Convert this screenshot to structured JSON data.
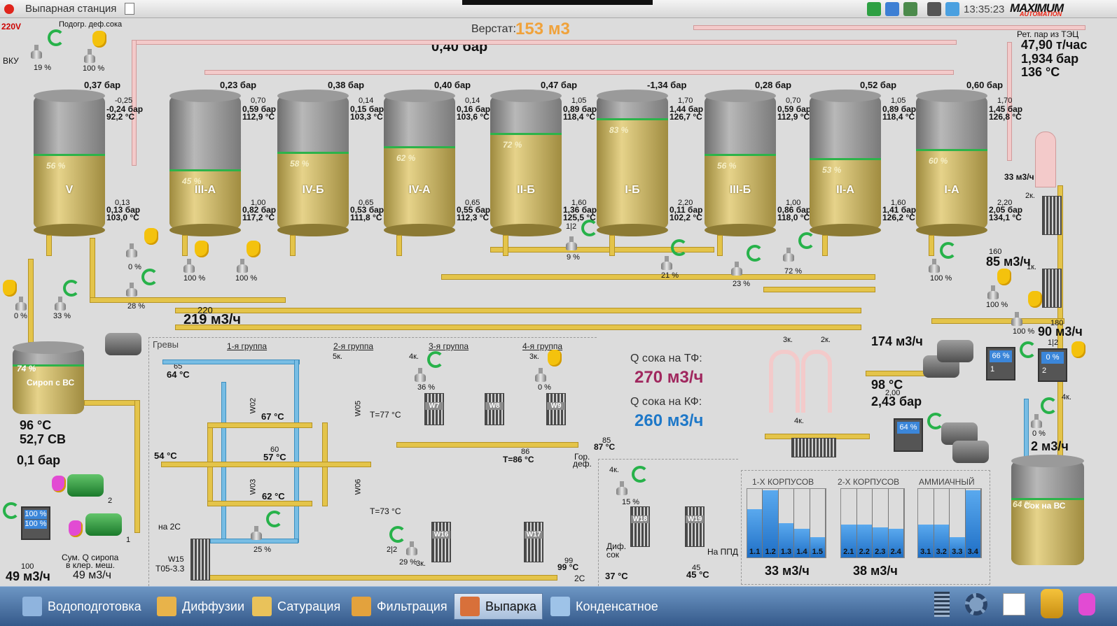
{
  "window": {
    "title": "Выпарная станция",
    "clock": "13:35:23",
    "logo": "MAXIMUM",
    "logo_sub": "AUTOMATION"
  },
  "top": {
    "voltage": "220V",
    "preheat_label": "Подогр. деф.сока",
    "vku": "ВКУ",
    "vku_valve_pct": "19 %",
    "preheat_valve_pct": "100 %",
    "verstat_label": "Верстат:",
    "verstat_value": "153 м3",
    "header_pressure": "0,40 бар",
    "steam_title": "Рет. пар из ТЭЦ",
    "steam_flow": "47,90 т/час",
    "steam_pressure": "1,934 бар",
    "steam_temp": "136 °C"
  },
  "tanks": [
    {
      "name": "V",
      "level": "56 %",
      "level_num": 56,
      "top_pressure": "0,37 бар",
      "sp_top": "-0,25",
      "p1": "-0,24 бар",
      "t1": "92,2 °C",
      "sp_mid": "0,13",
      "p2": "0,13 бар",
      "t2": "103,0 °C"
    },
    {
      "name": "III-A",
      "level": "45 %",
      "level_num": 45,
      "top_pressure": "0,23 бар",
      "sp_top": "0,70",
      "p1": "0,59 бар",
      "t1": "112,9 °C",
      "sp_mid": "1,00",
      "p2": "0,82 бар",
      "t2": "117,2 °C"
    },
    {
      "name": "IV-Б",
      "level": "58 %",
      "level_num": 58,
      "top_pressure": "0,38 бар",
      "sp_top": "0,14",
      "p1": "0,15 бар",
      "t1": "103,3 °C",
      "sp_mid": "0,65",
      "p2": "0,53 бар",
      "t2": "111,8 °C"
    },
    {
      "name": "IV-A",
      "level": "62 %",
      "level_num": 62,
      "top_pressure": "0,40 бар",
      "sp_top": "0,14",
      "p1": "0,16 бар",
      "t1": "103,6 °C",
      "sp_mid": "0,65",
      "p2": "0,55 бар",
      "t2": "112,3 °C"
    },
    {
      "name": "II-Б",
      "level": "72 %",
      "level_num": 72,
      "top_pressure": "0,47 бар",
      "sp_top": "1,05",
      "p1": "0,89 бар",
      "t1": "118,4 °C",
      "sp_mid": "1,60",
      "p2": "1,36 бар",
      "t2": "125,5 °C"
    },
    {
      "name": "I-Б",
      "level": "83 %",
      "level_num": 83,
      "top_pressure": "-1,34 бар",
      "sp_top": "1,70",
      "p1": "1,44 бар",
      "t1": "126,7 °C",
      "sp_mid": "2,20",
      "p2": "0,11 бар",
      "t2": "102,2 °C"
    },
    {
      "name": "III-Б",
      "level": "56 %",
      "level_num": 56,
      "top_pressure": "0,28 бар",
      "sp_top": "0,70",
      "p1": "0,59 бар",
      "t1": "112,9 °C",
      "sp_mid": "1,00",
      "p2": "0,86 бар",
      "t2": "118,0 °C"
    },
    {
      "name": "II-A",
      "level": "53 %",
      "level_num": 53,
      "top_pressure": "0,52 бар",
      "sp_top": "1,05",
      "p1": "0,89 бар",
      "t1": "118,4 °C",
      "sp_mid": "1,60",
      "p2": "1,41 бар",
      "t2": "126,2 °C"
    },
    {
      "name": "I-A",
      "level": "60 %",
      "level_num": 60,
      "top_pressure": "0,60 бар",
      "sp_top": "1,70",
      "p1": "1,45 бар",
      "t1": "126,8 °C",
      "sp_mid": "2,20",
      "p2": "2,05 бар",
      "t2": "134,1 °C"
    }
  ],
  "mid": {
    "v1": "0 %",
    "v2": "28 %",
    "v3": "100 %",
    "v4": "100 %",
    "v5": "9 %",
    "v6": "21 %",
    "v7": "23 %",
    "v8": "72 %",
    "v9": "100 %",
    "v10": "0 %",
    "v11": "33 %",
    "flow_sp": "220",
    "flow": "219 м3/ч",
    "unit12": "1|2"
  },
  "syrup": {
    "tank_name": "Сироп с ВС",
    "level": "74 %",
    "temp": "96 °C",
    "brix": "52,7 СВ",
    "pressure": "0,1 бар",
    "pump1": "1",
    "pump2": "2",
    "panel_top": "100 %",
    "panel_bottom": "100 %",
    "flow_sp": "100",
    "flow": "49 м3/ч",
    "sum_label": "Сум. Q сиропа",
    "sum_label2": "в клер. меш.",
    "sum_value": "49 м3/ч"
  },
  "heaters": {
    "title": "Гревы",
    "g1": "1-я группа",
    "g2": "2-я группа",
    "g3": "3-я группа",
    "g4": "4-я группа",
    "t_in_sp": "65",
    "t_in": "64 °C",
    "t_54": "54 °C",
    "t_67": "67 °C",
    "t_57_sp": "60",
    "t_57": "57 °C",
    "t_62": "62 °C",
    "w02": "W02",
    "w03": "W03",
    "w05": "W05",
    "w06": "W06",
    "w7": "W7",
    "w8": "W8",
    "w9": "W9",
    "k5": "5к.",
    "k4": "4к.",
    "k3": "3к.",
    "t77": "T=77 °C",
    "t73": "T=73 °C",
    "t86_sp": "86",
    "t86": "T=86 °C",
    "out_sp": "85",
    "out": "87 °C",
    "out_lbl": "Гор.",
    "out_lbl2": "деф.",
    "v36": "36 %",
    "v0": "0 %",
    "v25": "25 %",
    "to2c": "на 2С",
    "w15": "W15",
    "t05": "T05-3.3",
    "w16": "W16",
    "w17": "W17",
    "k22": "2|2",
    "k3b": "3к.",
    "v29": "29 %",
    "o2c_sp": "99",
    "o2c": "99 °C",
    "o2c_lbl": "2С"
  },
  "flows": {
    "tf_label": "Q сока на ТФ:",
    "tf_value": "270 м3/ч",
    "kf_label": "Q сока на КФ:",
    "kf_value": "260 м3/ч"
  },
  "right": {
    "flow33": "33 м3/ч",
    "k2": "2к.",
    "k1": "1к.",
    "flow85_sp": "160",
    "flow85": "85 м3/ч",
    "v100": "100 %",
    "v100b": "100 %",
    "flow90_sp": "180",
    "flow90": "90 м3/ч",
    "flow174": "174 м3/ч",
    "p1_pct": "66 %",
    "p1_num": "1",
    "p2_pct": "0 %",
    "p2_num": "2",
    "p12": "1|2",
    "t98": "98 °C",
    "p243_sp": "2,00",
    "p243": "2,43 бар",
    "panel64": "64 %",
    "k3": "3к.",
    "k2b": "2к.",
    "k4": "4к.",
    "k4b": "4к.",
    "v0": "0 %",
    "flow2": "2 м3/ч",
    "juice_tank": "Сок на ВС",
    "juice_level": "64 %"
  },
  "w18": {
    "k4": "4к.",
    "v15": "15 %",
    "w18": "W18",
    "w19": "W19",
    "dif": "Диф.",
    "dif2": "сок",
    "t37": "37 °C",
    "ppd": "На ППД",
    "t45_sp": "45",
    "t45": "45 °C"
  },
  "groups": [
    {
      "title": "1-Х КОРПУСОВ",
      "flow": "33 м3/ч",
      "bars": [
        {
          "label": "1.1",
          "value": 70
        },
        {
          "label": "1.2",
          "value": 98
        },
        {
          "label": "1.3",
          "value": 50
        },
        {
          "label": "1.4",
          "value": 42
        },
        {
          "label": "1.5",
          "value": 30
        }
      ]
    },
    {
      "title": "2-Х КОРПУСОВ",
      "flow": "38 м3/ч",
      "bars": [
        {
          "label": "2.1",
          "value": 48
        },
        {
          "label": "2.2",
          "value": 48
        },
        {
          "label": "2.3",
          "value": 44
        },
        {
          "label": "2.4",
          "value": 42
        }
      ]
    },
    {
      "title": "АММИАЧНЫЙ",
      "flow": "",
      "bars": [
        {
          "label": "3.1",
          "value": 48
        },
        {
          "label": "3.2",
          "value": 48
        },
        {
          "label": "3.3",
          "value": 30
        },
        {
          "label": "3.4",
          "value": 98
        }
      ]
    }
  ],
  "taskbar": {
    "tabs": [
      "Водоподготовка",
      "Диффузии",
      "Сатурация",
      "Фильтрация",
      "Выпарка",
      "Конденсатное"
    ],
    "active": "Выпарка"
  },
  "colors": {
    "juice": "#e6d38a",
    "steam": "#f3caca",
    "water": "#78bde4",
    "level_line": "#2db34a",
    "tf_value": "#a0275e",
    "kf_value": "#1e78c8",
    "verstat": "#f0a23b"
  }
}
